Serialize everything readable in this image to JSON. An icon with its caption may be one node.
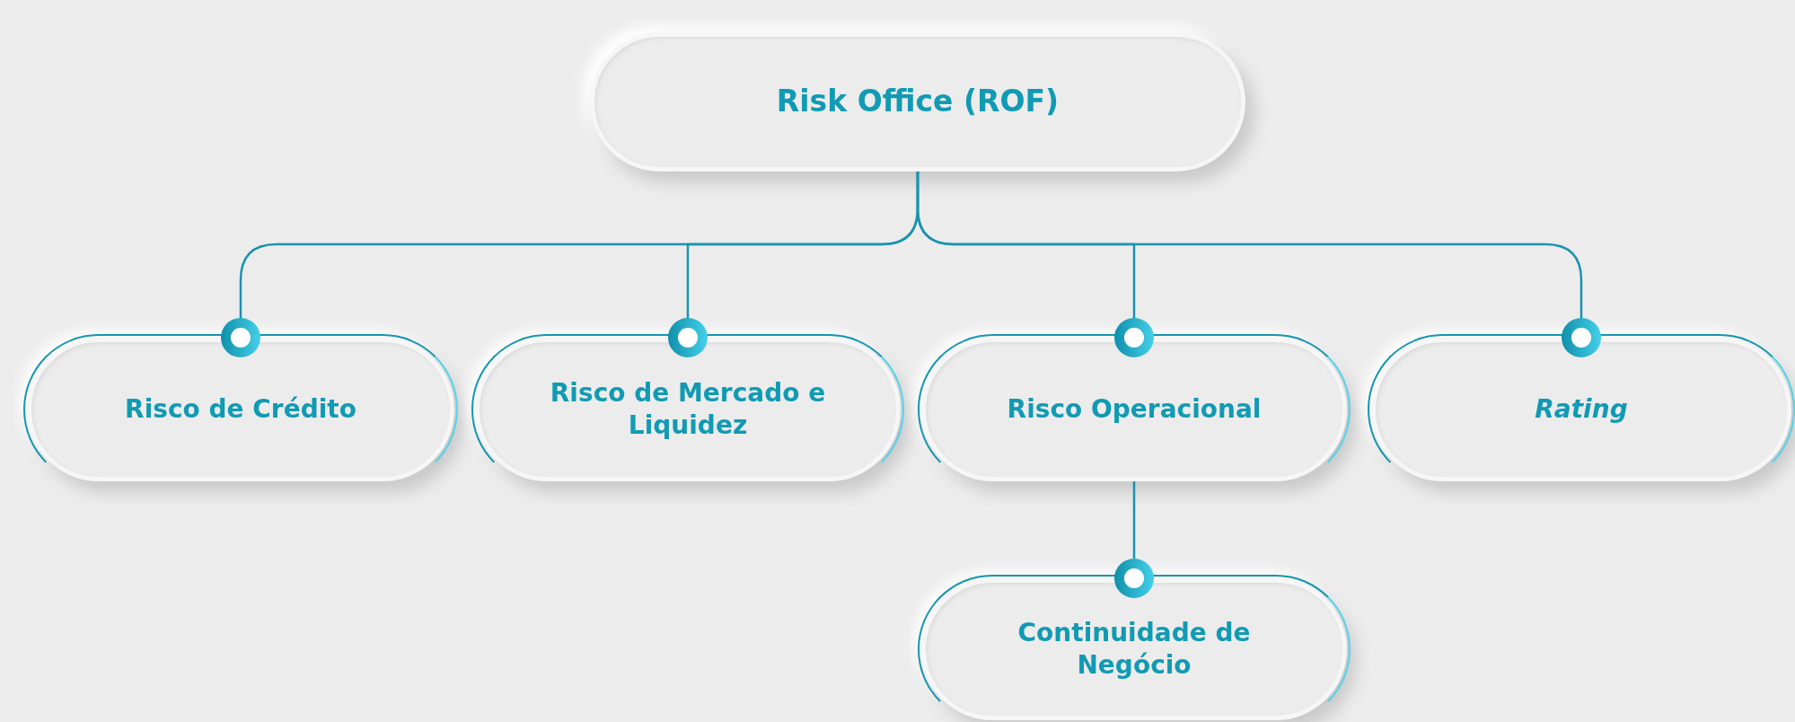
{
  "diagram": {
    "nodes": [
      {
        "text": [
          "Risk Office (ROF)"
        ]
      },
      {
        "text": [
          "Risco de Crédito"
        ]
      },
      {
        "text": [
          "Risco de Mercado e Liquidez"
        ]
      },
      {
        "text": [
          "Risco Operacional"
        ]
      },
      {
        "text": [
          "Rating"
        ]
      },
      {
        "text": [
          "Continuidade de Negócio"
        ]
      }
    ],
    "edges": [
      {
        "from": 0,
        "to": 1,
        "arrow": "other"
      },
      {
        "from": 0,
        "to": 2,
        "arrow": "other"
      },
      {
        "from": 0,
        "to": 3,
        "arrow": "other"
      },
      {
        "from": 0,
        "to": 4,
        "arrow": "other"
      },
      {
        "from": 3,
        "to": 5,
        "arrow": "other"
      }
    ]
  }
}
